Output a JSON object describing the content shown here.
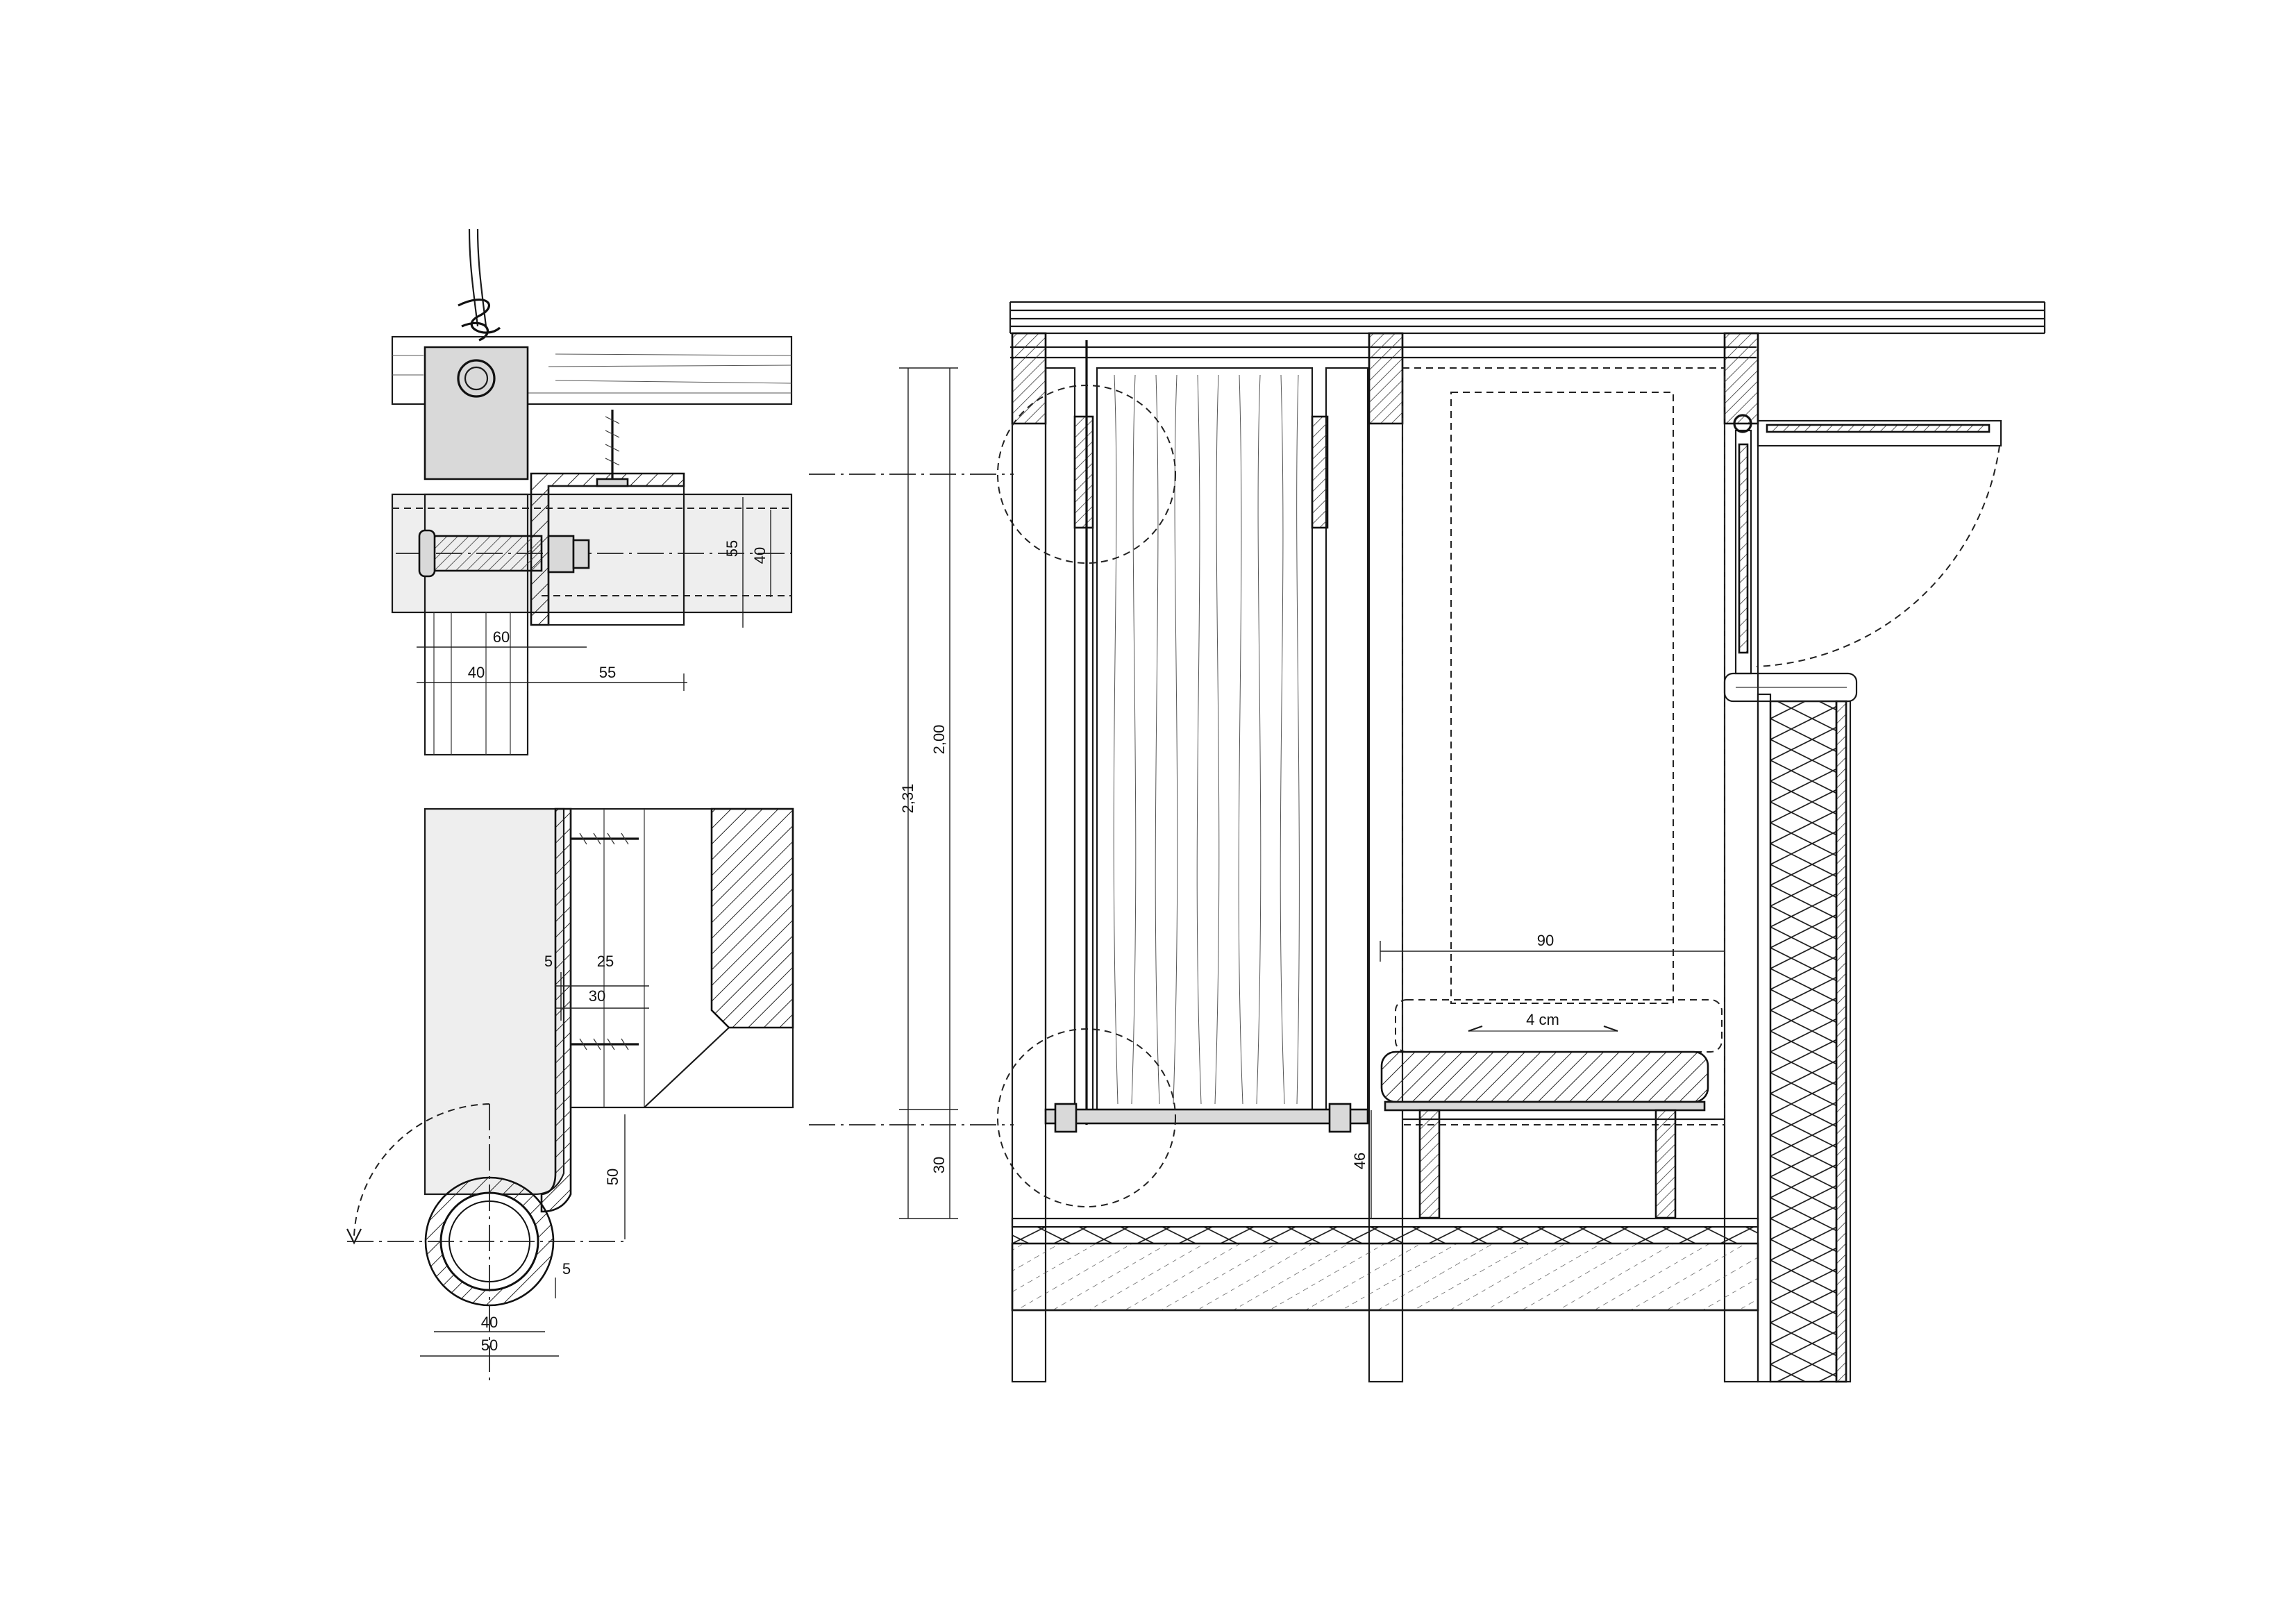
{
  "dimensions": {
    "hanger_height_outer": "55",
    "hanger_height_inner": "40",
    "bolt_span": "60",
    "bolt_span_left": "40",
    "bolt_span_right": "55",
    "profile_gap": "5",
    "profile_flange": "25",
    "profile_depth": "30",
    "profile_height": "50",
    "tube_gap": "5",
    "tube_inner": "40",
    "tube_outer": "50",
    "total_height": "2,31",
    "panel_height": "2,00",
    "base_height": "30",
    "bench_height": "46",
    "bench_width": "90",
    "cushion_travel": "4 cm"
  },
  "colors": {
    "line": "#1a1a1a",
    "fill_light": "#eeeeee",
    "fill_metal": "#d9d9d9"
  }
}
